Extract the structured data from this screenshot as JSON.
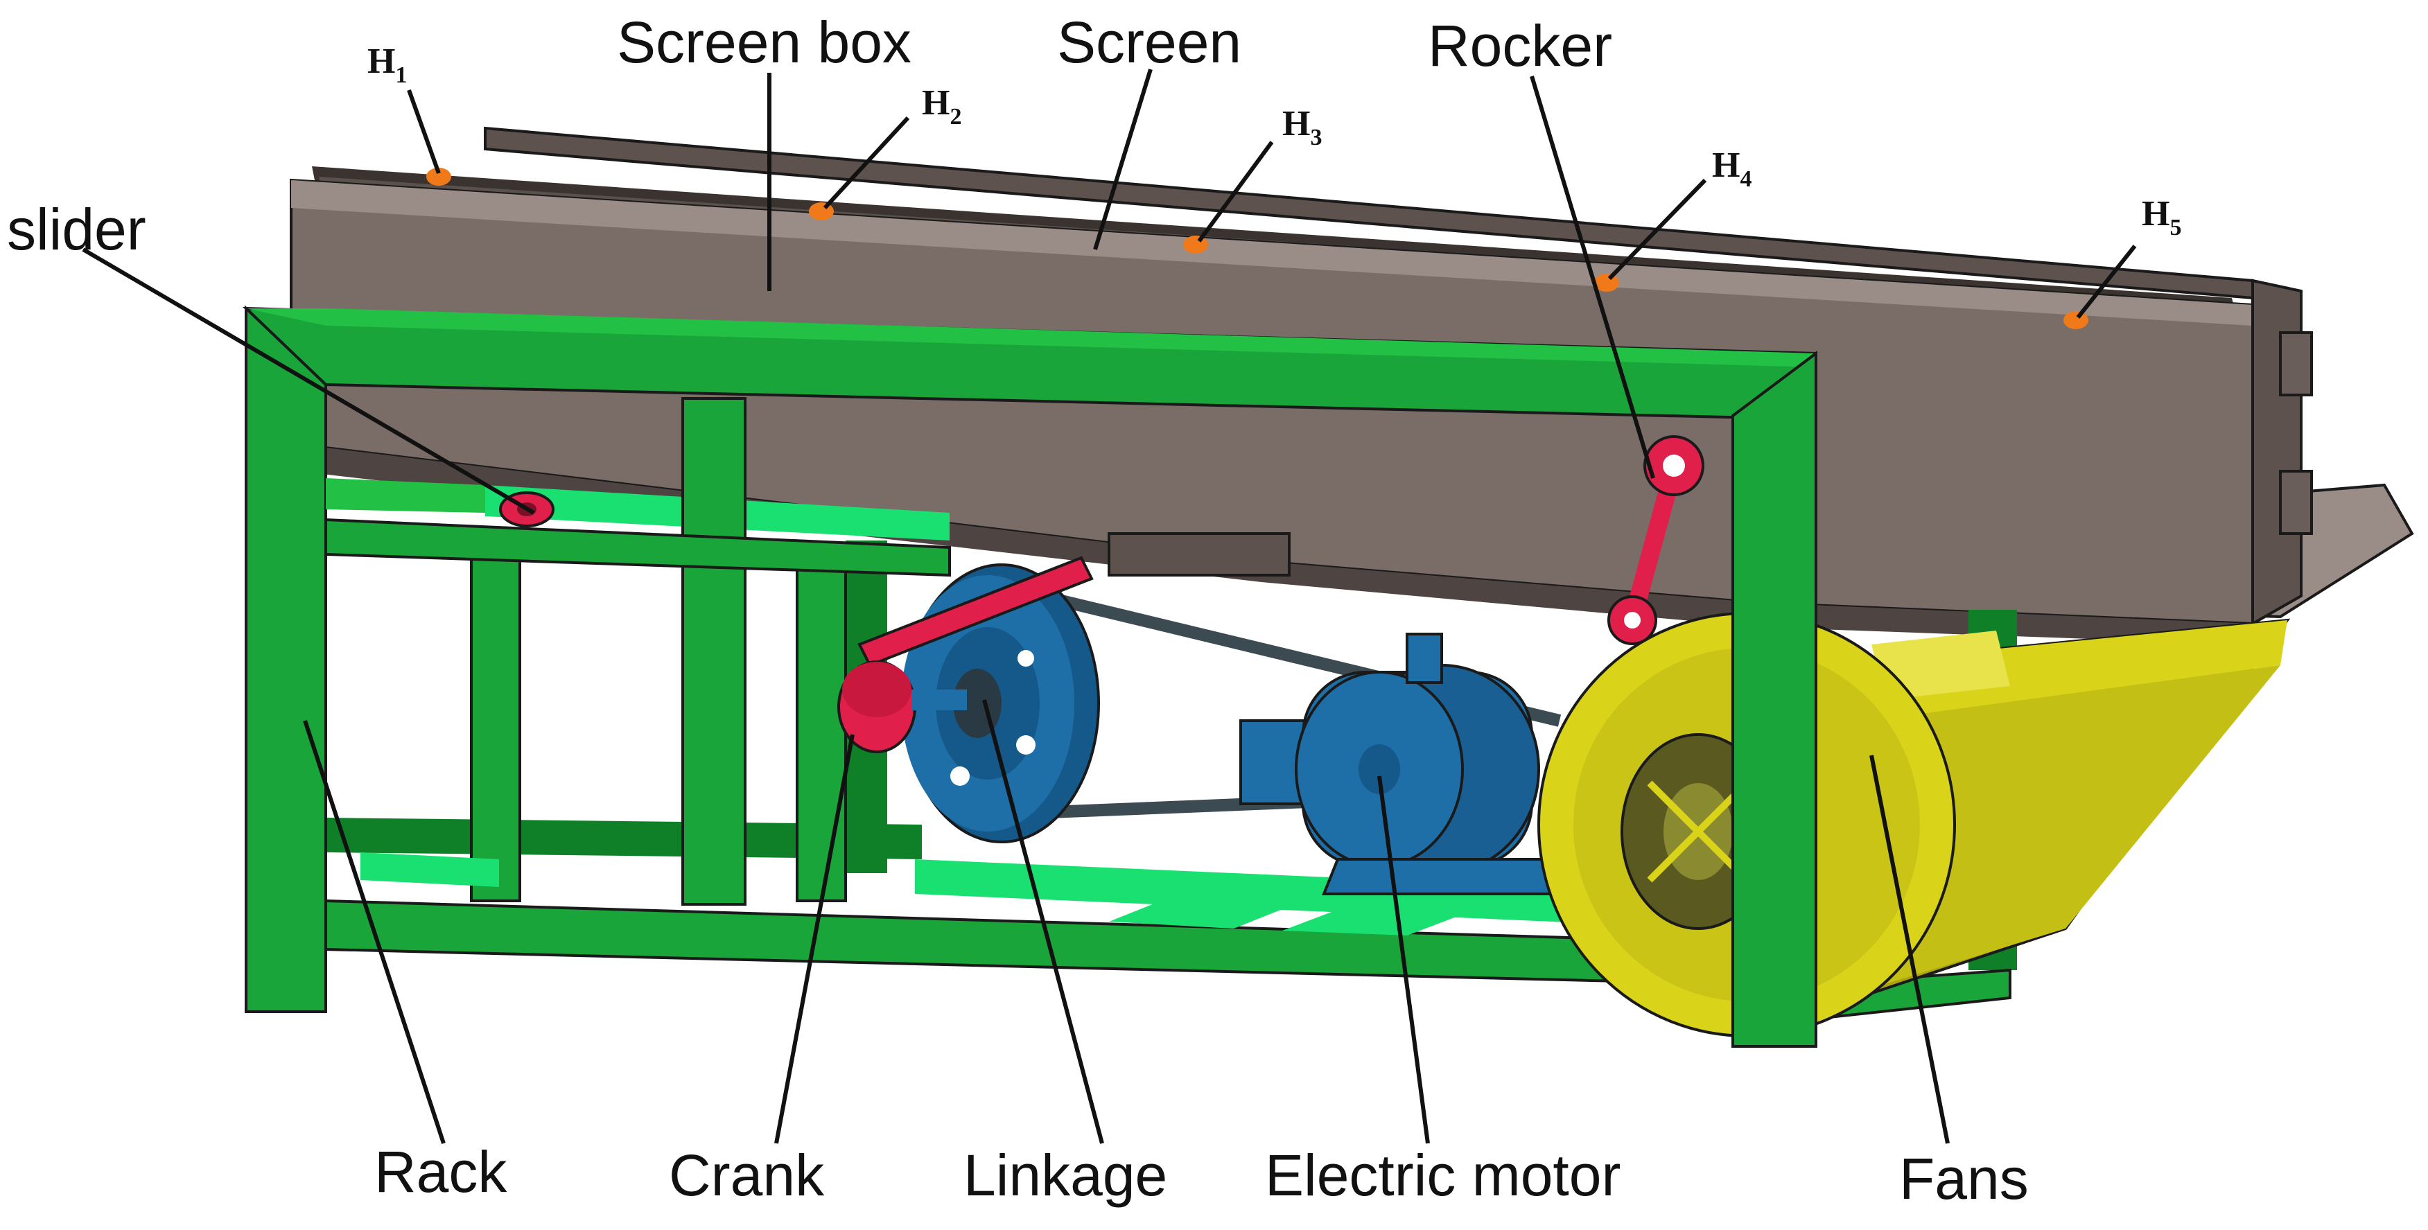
{
  "labels": {
    "screen_box": "Screen box",
    "screen": "Screen",
    "rocker": "Rocker",
    "slider": "slider",
    "rack": "Rack",
    "crank": "Crank",
    "linkage": "Linkage",
    "electric_motor": "Electric motor",
    "fans": "Fans"
  },
  "measure_points": [
    {
      "letter": "H",
      "sub": "1"
    },
    {
      "letter": "H",
      "sub": "2"
    },
    {
      "letter": "H",
      "sub": "3"
    },
    {
      "letter": "H",
      "sub": "4"
    },
    {
      "letter": "H",
      "sub": "5"
    }
  ],
  "colors": {
    "rack": "#1aa53a",
    "rack_dark": "#0f7f28",
    "box": "#7a6d68",
    "box_dark": "#5e524e",
    "box_light": "#9a8d88",
    "motor": "#1e6fa8",
    "fan": "#d9d41a",
    "fan_dark": "#a9a40f",
    "crank": "#e0204a",
    "point": "#f07a1a",
    "belt": "#3c4a52"
  }
}
